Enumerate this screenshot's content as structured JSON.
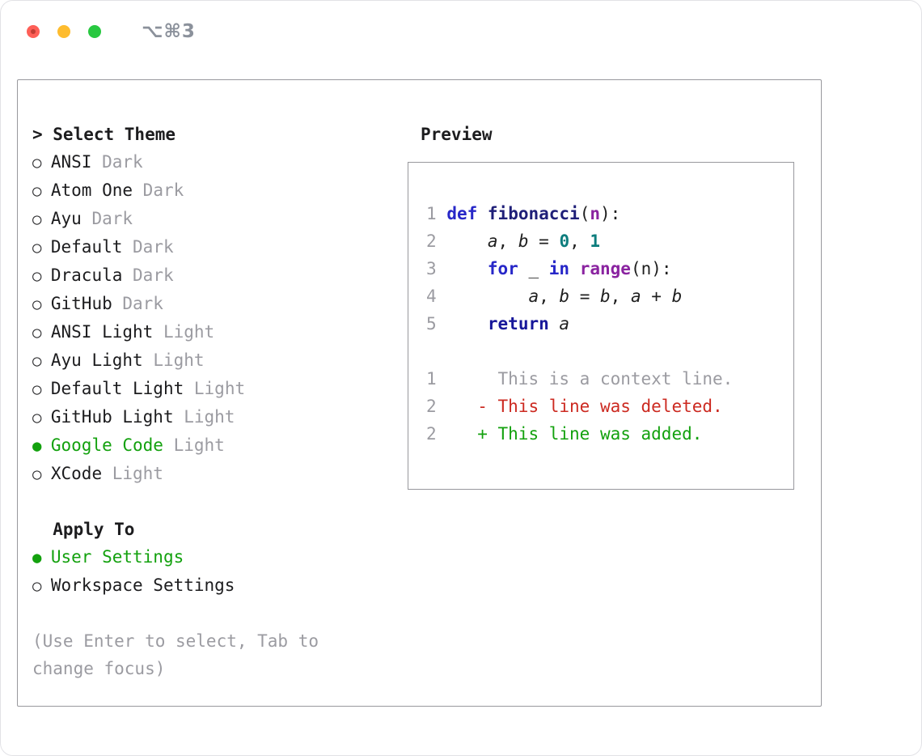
{
  "window": {
    "shortcut": "⌥⌘3"
  },
  "theme_picker": {
    "prompt": ">",
    "title": "Select Theme",
    "themes": [
      {
        "name": "ANSI",
        "variant": "Dark",
        "selected": false
      },
      {
        "name": "Atom One",
        "variant": "Dark",
        "selected": false
      },
      {
        "name": "Ayu",
        "variant": "Dark",
        "selected": false
      },
      {
        "name": "Default",
        "variant": "Dark",
        "selected": false
      },
      {
        "name": "Dracula",
        "variant": "Dark",
        "selected": false
      },
      {
        "name": "GitHub",
        "variant": "Dark",
        "selected": false
      },
      {
        "name": "ANSI Light",
        "variant": "Light",
        "selected": false
      },
      {
        "name": "Ayu Light",
        "variant": "Light",
        "selected": false
      },
      {
        "name": "Default Light",
        "variant": "Light",
        "selected": false
      },
      {
        "name": "GitHub Light",
        "variant": "Light",
        "selected": false
      },
      {
        "name": "Google Code",
        "variant": "Light",
        "selected": true
      },
      {
        "name": "XCode",
        "variant": "Light",
        "selected": false
      }
    ],
    "apply_to": {
      "title": "Apply To",
      "options": [
        {
          "label": "User Settings",
          "selected": true
        },
        {
          "label": "Workspace Settings",
          "selected": false
        }
      ]
    },
    "hint": "(Use Enter to select, Tab to change focus)"
  },
  "preview": {
    "title": "Preview",
    "code_lines": [
      {
        "num": "1",
        "tokens": [
          {
            "t": "def",
            "s": "keyword"
          },
          {
            "t": " ",
            "s": "plain"
          },
          {
            "t": "fibonacci",
            "s": "function"
          },
          {
            "t": "(",
            "s": "plain"
          },
          {
            "t": "n",
            "s": "builtin"
          },
          {
            "t": "):",
            "s": "plain"
          }
        ]
      },
      {
        "num": "2",
        "tokens": [
          {
            "t": "    ",
            "s": "plain"
          },
          {
            "t": "a",
            "s": "var"
          },
          {
            "t": ", ",
            "s": "plain"
          },
          {
            "t": "b",
            "s": "var"
          },
          {
            "t": " = ",
            "s": "plain"
          },
          {
            "t": "0",
            "s": "number"
          },
          {
            "t": ", ",
            "s": "plain"
          },
          {
            "t": "1",
            "s": "number"
          }
        ]
      },
      {
        "num": "3",
        "tokens": [
          {
            "t": "    ",
            "s": "plain"
          },
          {
            "t": "for",
            "s": "keyword"
          },
          {
            "t": " _ ",
            "s": "plain"
          },
          {
            "t": "in",
            "s": "keyword"
          },
          {
            "t": " ",
            "s": "plain"
          },
          {
            "t": "range",
            "s": "builtin"
          },
          {
            "t": "(n):",
            "s": "plain"
          }
        ]
      },
      {
        "num": "4",
        "tokens": [
          {
            "t": "        ",
            "s": "plain"
          },
          {
            "t": "a",
            "s": "var"
          },
          {
            "t": ", ",
            "s": "plain"
          },
          {
            "t": "b",
            "s": "var"
          },
          {
            "t": " = ",
            "s": "plain"
          },
          {
            "t": "b",
            "s": "var"
          },
          {
            "t": ", ",
            "s": "plain"
          },
          {
            "t": "a",
            "s": "var"
          },
          {
            "t": " + ",
            "s": "plain"
          },
          {
            "t": "b",
            "s": "var"
          }
        ]
      },
      {
        "num": "5",
        "tokens": [
          {
            "t": "    ",
            "s": "plain"
          },
          {
            "t": "return",
            "s": "keyword2"
          },
          {
            "t": " ",
            "s": "plain"
          },
          {
            "t": "a",
            "s": "var"
          }
        ]
      }
    ],
    "diff_lines": [
      {
        "num": "1",
        "sign": " ",
        "text": "This is a context line.",
        "kind": "context"
      },
      {
        "num": "2",
        "sign": "-",
        "text": "This line was deleted.",
        "kind": "deleted"
      },
      {
        "num": "2",
        "sign": "+",
        "text": "This line was added.",
        "kind": "added"
      }
    ]
  },
  "colors": {
    "accent_green": "#13a10e",
    "muted_gray": "#9b9ba1",
    "text_black": "#1c1c1e",
    "border_gray": "#98989d",
    "window_border": "#e2e2e6",
    "traffic_red": "#fe5f57",
    "traffic_yellow": "#febc2e",
    "traffic_green": "#28c840",
    "code_keyword": "#2727c8",
    "code_keyword2": "#17179a",
    "code_function": "#1f1f78",
    "code_builtin": "#8a23a0",
    "code_number": "#0d7d7d",
    "code_plain": "#1f1f1f",
    "diff_context": "#9b9ba1",
    "diff_deleted": "#cc2a21",
    "diff_added": "#13a10e"
  }
}
